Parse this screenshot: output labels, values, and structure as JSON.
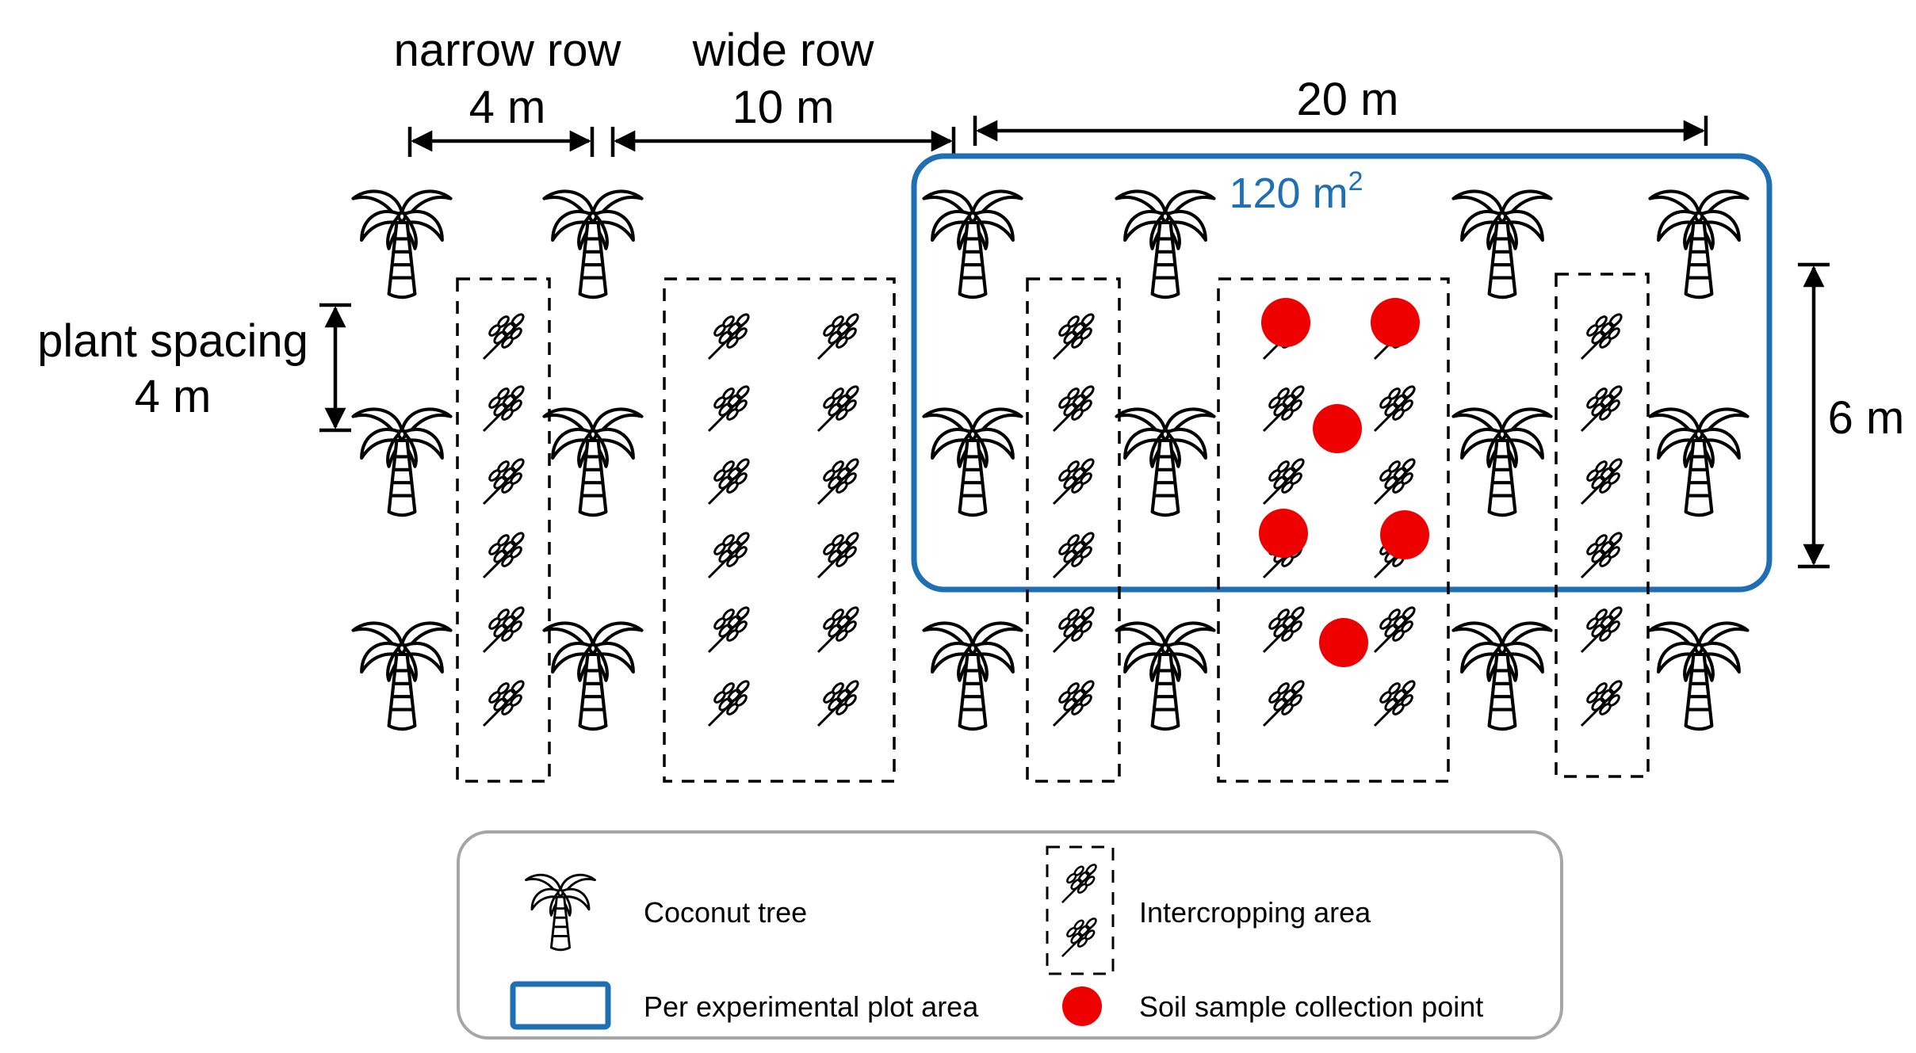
{
  "labels": {
    "narrow_row": "narrow row",
    "narrow_row_dist": "4 m",
    "wide_row": "wide row",
    "wide_row_dist": "10 m",
    "plot_width": "20 m",
    "plot_area": "120 m",
    "plot_area_sup": "2",
    "plant_spacing": "plant spacing",
    "plant_spacing_dist": "4 m",
    "plot_height": "6 m"
  },
  "legend": {
    "coconut_tree": "Coconut tree",
    "intercropping_area": "Intercropping  area",
    "plot_area": "Per experimental plot area",
    "soil_sample": "Soil sample collection point"
  },
  "colors": {
    "plot_outline": "#1f6fb5",
    "sample_point": "#ee0000",
    "legend_border": "#a6a6a6"
  },
  "icons": {
    "tree": "coconut-tree-icon",
    "crop": "crop-sprig-icon",
    "sample": "sample-point-dot"
  }
}
